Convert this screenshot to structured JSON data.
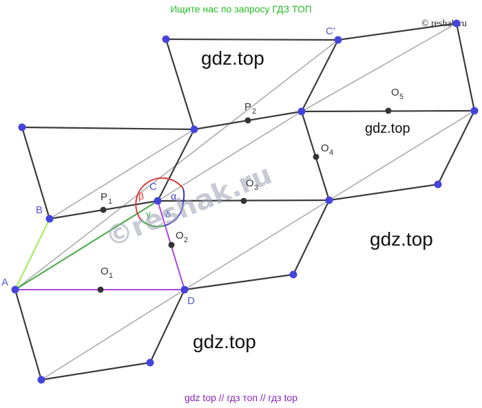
{
  "header": {
    "text": "Ищите нас по запросу ГДЗ ТОП",
    "color": "#22bb22"
  },
  "copyright": "© reshak.ru",
  "center_watermark": "©reshak.ru",
  "footer": {
    "text": "gdz top  //  гдз топ  //  гдз top",
    "color": "#8822bb"
  },
  "watermarks": [
    "gdz.top",
    "gdz.top",
    "gdz.top",
    "gdz.top"
  ],
  "vertex_labels": {
    "A": "A",
    "B": "B",
    "C": "C",
    "C_prime": "C'",
    "D": "D"
  },
  "point_labels": {
    "O1": {
      "main": "O",
      "sub": "1"
    },
    "O2": {
      "main": "O",
      "sub": "2"
    },
    "O3": {
      "main": "O",
      "sub": "3"
    },
    "O4": {
      "main": "O",
      "sub": "4"
    },
    "O5": {
      "main": "O",
      "sub": "5"
    },
    "P1": {
      "main": "P",
      "sub": "1"
    },
    "P2": {
      "main": "P",
      "sub": "2"
    }
  },
  "angle_labels": {
    "alpha": "α",
    "beta": "β",
    "gamma": "γ",
    "delta": "δ"
  },
  "colors": {
    "edge": "#3a3a3a",
    "diagonal": "#aaaaaa",
    "vertex_fill": "#4444dd",
    "midpoint_fill": "#333333",
    "AB": "#99ee55",
    "AC": "#44aa44",
    "AD_CD": "#aa44dd",
    "angle_alpha": "#3333cc",
    "angle_beta": "#dd3333",
    "angle_gamma": "#33aa33",
    "angle_delta": "#4444cc"
  }
}
